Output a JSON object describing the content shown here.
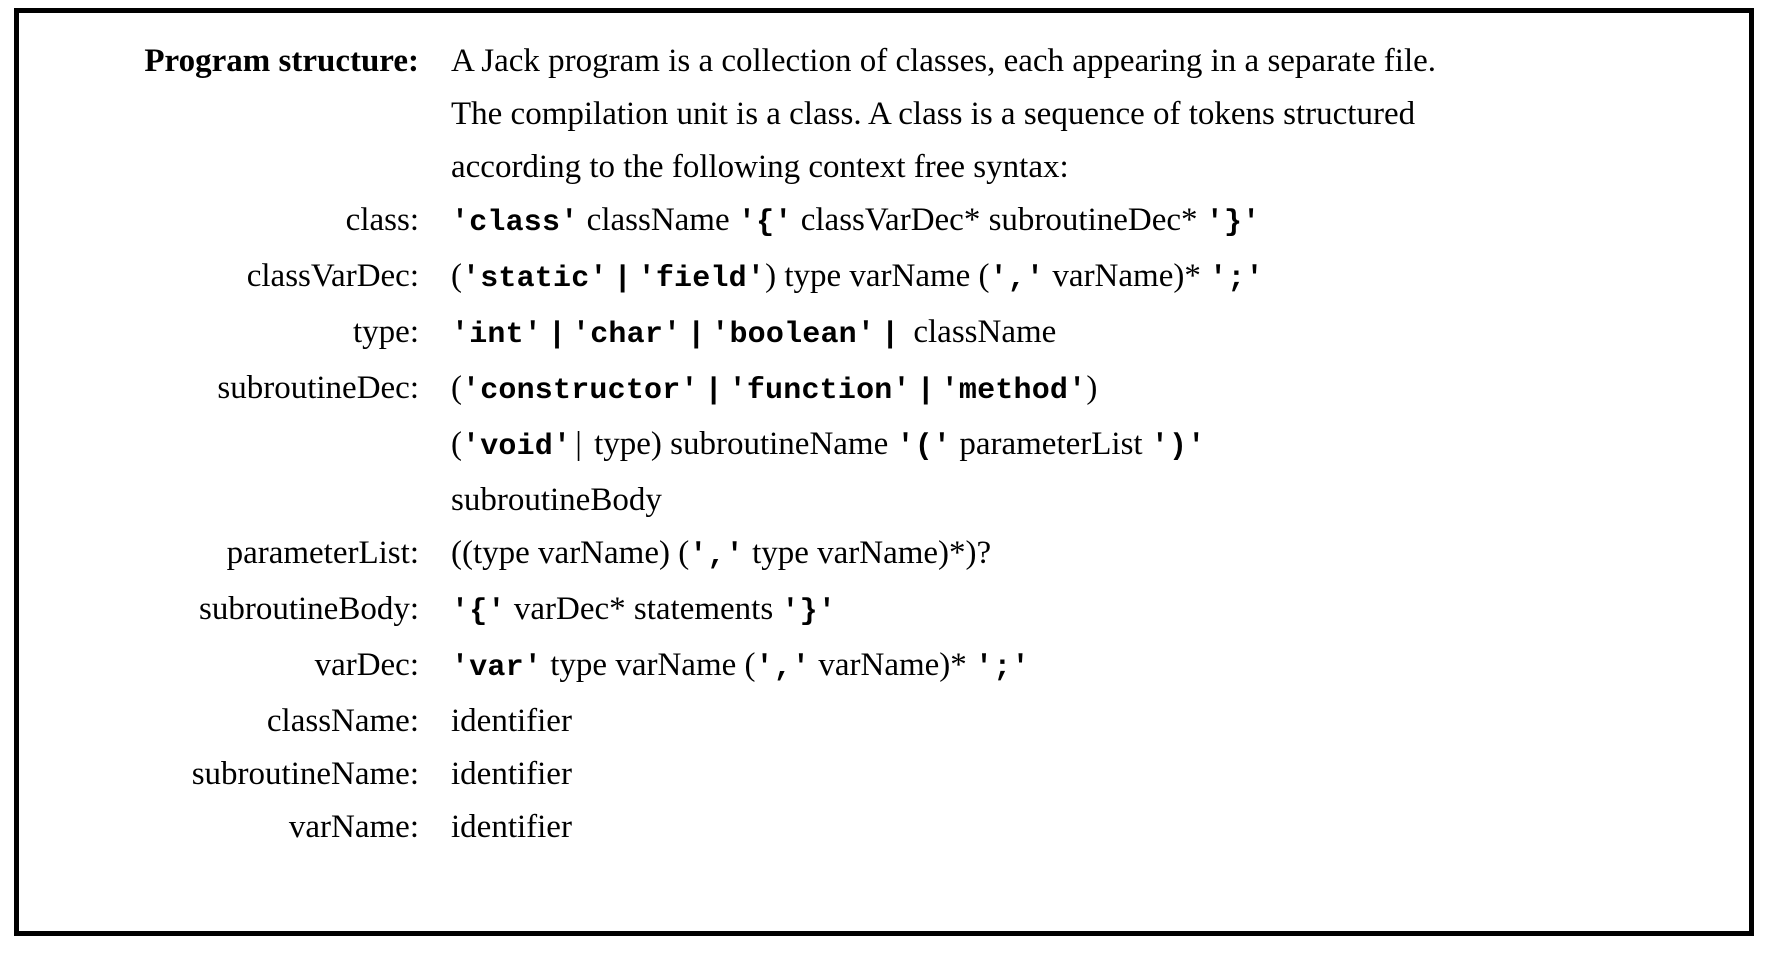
{
  "figure": {
    "title_label": "Program structure:",
    "intro_lines": [
      "A Jack program is a collection of classes, each appearing in a separate file.",
      "The compilation unit is a class. A class is a sequence of tokens structured",
      "according to the following context free syntax:"
    ]
  },
  "rules": [
    {
      "label": "class:",
      "definition": "'class' className '{' classVarDec* subroutineDec* '}'",
      "parts": [
        {
          "t": "term",
          "v": "'class'"
        },
        {
          "t": "nt",
          "v": " className "
        },
        {
          "t": "term",
          "v": "'{'"
        },
        {
          "t": "nt",
          "v": " classVarDec* subroutineDec* "
        },
        {
          "t": "term",
          "v": "'}'"
        }
      ]
    },
    {
      "label": "classVarDec:",
      "definition": "('static' | 'field') type varName (',' varName)* ';'",
      "parts": [
        {
          "t": "punct",
          "v": "("
        },
        {
          "t": "term",
          "v": "'static'"
        },
        {
          "t": "bar",
          "v": "|"
        },
        {
          "t": "term",
          "v": "'field'"
        },
        {
          "t": "punct",
          "v": ")"
        },
        {
          "t": "nt",
          "v": " type varName ("
        },
        {
          "t": "term",
          "v": "','"
        },
        {
          "t": "nt",
          "v": " varName)* "
        },
        {
          "t": "term",
          "v": "';'"
        }
      ]
    },
    {
      "label": "type:",
      "definition": "'int' | 'char' | 'boolean' | className",
      "parts": [
        {
          "t": "term",
          "v": "'int'"
        },
        {
          "t": "bar",
          "v": "|"
        },
        {
          "t": "term",
          "v": "'char'"
        },
        {
          "t": "bar",
          "v": "|"
        },
        {
          "t": "term",
          "v": "'boolean'"
        },
        {
          "t": "bar",
          "v": "|"
        },
        {
          "t": "nt",
          "v": " className"
        }
      ]
    },
    {
      "label": "subroutineDec:",
      "definition": "('constructor' | 'function' | 'method') ('void' | type) subroutineName '(' parameterList ')' subroutineBody",
      "lines": [
        [
          {
            "t": "punct",
            "v": "("
          },
          {
            "t": "term",
            "v": "'constructor'"
          },
          {
            "t": "bar",
            "v": "|"
          },
          {
            "t": "term",
            "v": "'function'"
          },
          {
            "t": "bar",
            "v": "|"
          },
          {
            "t": "term",
            "v": "'method'"
          },
          {
            "t": "punct",
            "v": ")"
          }
        ],
        [
          {
            "t": "punct",
            "v": "("
          },
          {
            "t": "term",
            "v": "'void'"
          },
          {
            "t": "sbar",
            "v": "|"
          },
          {
            "t": "nt",
            "v": " type) subroutineName "
          },
          {
            "t": "term",
            "v": "'('"
          },
          {
            "t": "nt",
            "v": " parameterList "
          },
          {
            "t": "term",
            "v": "')'"
          }
        ],
        [
          {
            "t": "nt",
            "v": "subroutineBody"
          }
        ]
      ]
    },
    {
      "label": "parameterList:",
      "definition": "((type varName) (',' type varName)*)?",
      "parts": [
        {
          "t": "nt",
          "v": "((type varName) ("
        },
        {
          "t": "term",
          "v": "','"
        },
        {
          "t": "nt",
          "v": " type varName)*)?"
        }
      ]
    },
    {
      "label": "subroutineBody:",
      "definition": "'{' varDec* statements '}'",
      "parts": [
        {
          "t": "term",
          "v": "'{'"
        },
        {
          "t": "nt",
          "v": " varDec* statements "
        },
        {
          "t": "term",
          "v": "'}'"
        }
      ]
    },
    {
      "label": "varDec:",
      "definition": "'var' type varName (',' varName)* ';'",
      "parts": [
        {
          "t": "term",
          "v": "'var'"
        },
        {
          "t": "nt",
          "v": " type varName ("
        },
        {
          "t": "term",
          "v": "','"
        },
        {
          "t": "nt",
          "v": " varName)* "
        },
        {
          "t": "term",
          "v": "';'"
        }
      ]
    },
    {
      "label": "className:",
      "definition": "identifier",
      "parts": [
        {
          "t": "nt",
          "v": "identifier"
        }
      ]
    },
    {
      "label": "subroutineName:",
      "definition": "identifier",
      "parts": [
        {
          "t": "nt",
          "v": "identifier"
        }
      ]
    },
    {
      "label": "varName:",
      "definition": "identifier",
      "parts": [
        {
          "t": "nt",
          "v": "identifier"
        }
      ]
    }
  ]
}
